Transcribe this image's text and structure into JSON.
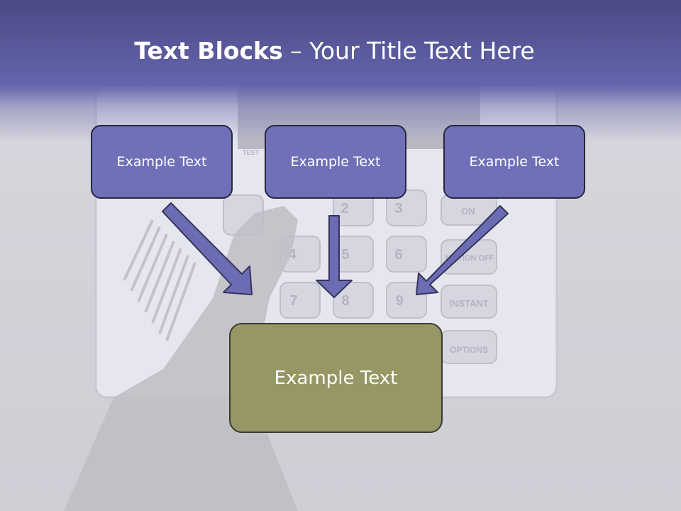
{
  "slide": {
    "title_bold": "Text Blocks",
    "title_sep": " – ",
    "title_rest": "Your Title Text Here"
  },
  "blocks": [
    {
      "label": "Example Text"
    },
    {
      "label": "Example Text"
    },
    {
      "label": "Example Text"
    }
  ],
  "result_block": {
    "label": "Example Text"
  },
  "keypad": {
    "keys": [
      "2",
      "3",
      "4",
      "5",
      "6",
      "7",
      "8",
      "9"
    ],
    "side_keys": [
      "ON",
      "MOTION OFF",
      "INSTANT",
      "OPTIONS"
    ],
    "top_label": "TEST"
  },
  "colors": {
    "title_band": "#5c5ca4",
    "block_fill": "#7070b8",
    "result_fill": "#979765",
    "arrow_fill": "#6c6cb4"
  }
}
